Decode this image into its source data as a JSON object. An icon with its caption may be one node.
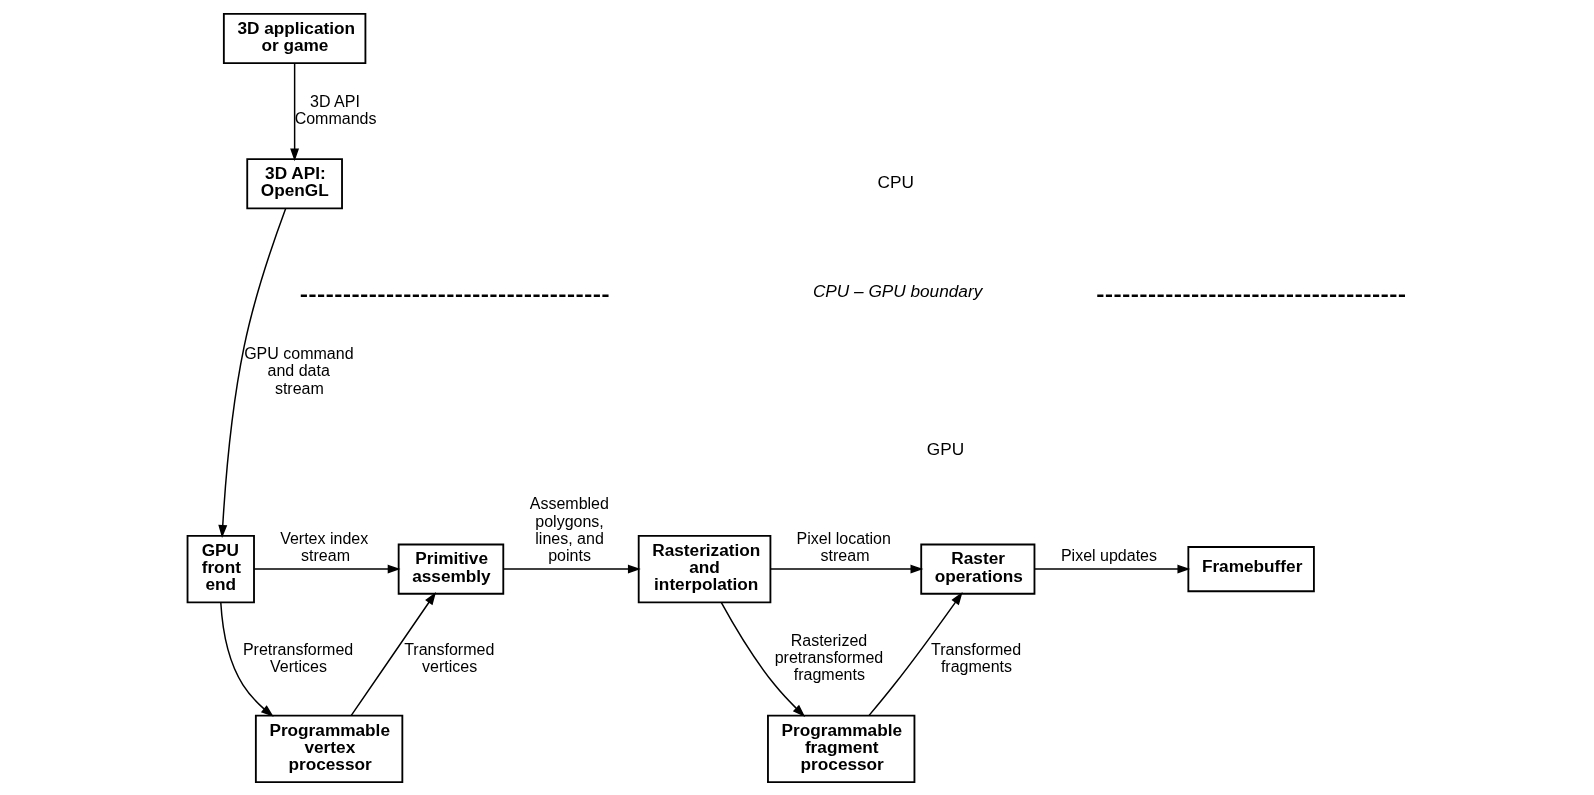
{
  "diagram": {
    "nodes": [
      {
        "text": [
          "3D application or game"
        ]
      },
      {
        "text": [
          "3D API: OpenGL"
        ]
      },
      {
        "text": [
          "GPU front end"
        ]
      },
      {
        "text": [
          "Primitive assembly"
        ]
      },
      {
        "text": [
          "Rasterization and interpolation"
        ]
      },
      {
        "text": [
          "Raster operations"
        ]
      },
      {
        "text": [
          "Framebuffer"
        ]
      },
      {
        "text": [
          "Programmable vertex processor"
        ]
      },
      {
        "text": [
          "Programmable fragment processor"
        ]
      }
    ],
    "edges": [
      {
        "from": 0,
        "to": 1,
        "arrow": "to",
        "label": "3D API Commands"
      },
      {
        "from": 1,
        "to": 2,
        "arrow": "to",
        "label": "GPU command and data stream"
      },
      {
        "from": 2,
        "to": 3,
        "arrow": "to",
        "label": "Vertex index stream"
      },
      {
        "from": 3,
        "to": 4,
        "arrow": "to",
        "label": "Assembled polygons, lines, and points"
      },
      {
        "from": 4,
        "to": 5,
        "arrow": "to",
        "label": "Pixel location stream"
      },
      {
        "from": 5,
        "to": 6,
        "arrow": "to",
        "label": "Pixel updates"
      },
      {
        "from": 2,
        "to": 7,
        "arrow": "to",
        "label": "Pretransformed Vertices"
      },
      {
        "from": 7,
        "to": 3,
        "arrow": "to",
        "label": "Transformed vertices"
      },
      {
        "from": 4,
        "to": 8,
        "arrow": "to",
        "label": "Rasterized pretransformed fragments"
      },
      {
        "from": 8,
        "to": 5,
        "arrow": "to",
        "label": "Transformed fragments"
      }
    ],
    "labels": [
      "CPU",
      "CPU – GPU boundary",
      "GPU"
    ]
  }
}
